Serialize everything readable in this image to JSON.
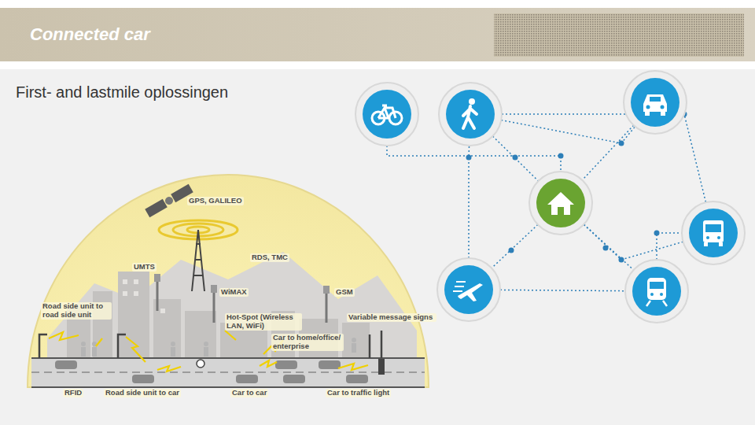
{
  "diagram": {
    "title": "Connected car",
    "labels": [
      "First- and lastmile oplossingen",
      "GPS, GALILEO",
      "UMTS",
      "RDS, TMC",
      "WiMAX",
      "GSM",
      "Road side unit to road side unit",
      "Hot-Spot (Wireless LAN, WiFi)",
      "Car to home/office/ enterprise",
      "Variable message signs",
      "RFID",
      "Road side unit to car",
      "Car to car",
      "Car to traffic light"
    ]
  }
}
